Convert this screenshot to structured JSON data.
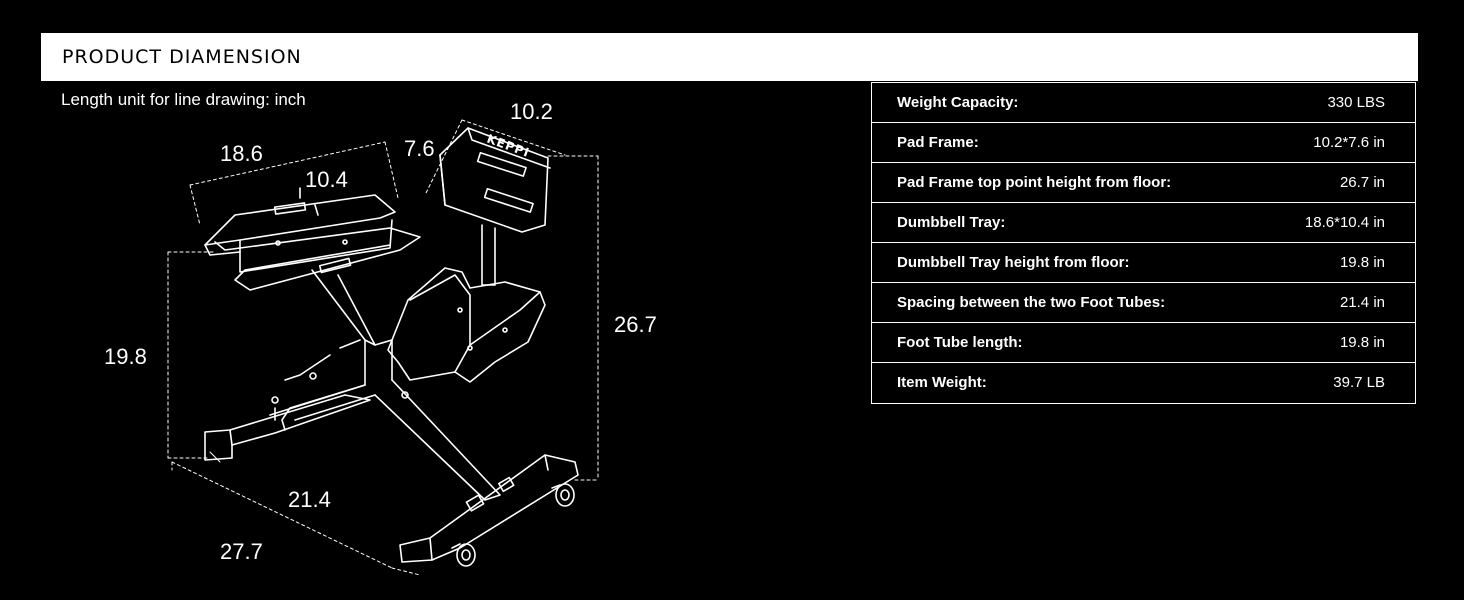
{
  "header": {
    "title": "PRODUCT DIAMENSION"
  },
  "unit_note": "Length unit for line drawing: inch",
  "dimensions": {
    "pad_width": "10.2",
    "pad_height": "7.6",
    "tray_length": "18.6",
    "tray_width": "10.4",
    "tray_height": "19.8",
    "total_height": "26.7",
    "foot_spacing": "21.4",
    "base_length": "27.7"
  },
  "drawing": {
    "logo_text": "KEPPI"
  },
  "specs": [
    {
      "label": "Weight Capacity:",
      "value": "330 LBS"
    },
    {
      "label": "Pad Frame:",
      "value": "10.2*7.6 in"
    },
    {
      "label": "Pad Frame top point height from floor:",
      "value": "26.7 in"
    },
    {
      "label": "Dumbbell Tray:",
      "value": "18.6*10.4 in"
    },
    {
      "label": "Dumbbell Tray height from floor:",
      "value": "19.8 in"
    },
    {
      "label": "Spacing between the two Foot Tubes:",
      "value": "21.4 in"
    },
    {
      "label": "Foot Tube length:",
      "value": "19.8 in"
    },
    {
      "label": "Item Weight:",
      "value": "39.7 LB"
    }
  ],
  "colors": {
    "background": "#000000",
    "foreground": "#ffffff"
  }
}
